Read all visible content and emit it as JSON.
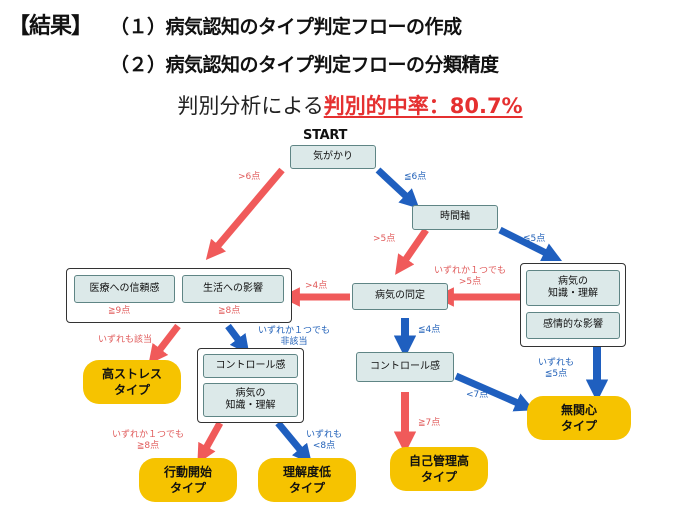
{
  "header": {
    "bracket_label": "【結果】",
    "line1": "（１）病気認知のタイプ判定フローの作成",
    "line2": "（２）病気認知のタイプ判定フローの分類精度"
  },
  "accuracy": {
    "prefix": "判別分析による",
    "highlight": "判別的中率：80.7%"
  },
  "colors": {
    "red_arrow": "#f05a5a",
    "blue_arrow": "#1f5fbf",
    "node_fill": "#dce9e9",
    "result_fill": "#f6c300"
  },
  "flow": {
    "start": "START",
    "nodes": {
      "kigakari": "気がかり",
      "jikanjiku": "時間軸",
      "byoki_dotei": "病気の同定",
      "iryo_shinrai": "医療への信頼感",
      "seikatsu_eikyo": "生活への影響",
      "chishiki_rikai_right": "病気の\n知識・理解",
      "jochoteki_eikyo": "感情的な影響",
      "control_left": "コントロール感",
      "chishiki_rikai_left": "病気の\n知識・理解",
      "control_mid": "コントロール感"
    },
    "results": {
      "high_stress": "高ストレス\nタイプ",
      "kodo_kaishi": "行動開始\nタイプ",
      "rikaido_tei": "理解度低\nタイプ",
      "jiko_kanri": "自己管理高\nタイプ",
      "mukanshin": "無関心\nタイプ"
    },
    "edge_labels": {
      "gt6": ">6点",
      "le6": "≦6点",
      "gt5": ">5点",
      "le5": "≦5点",
      "any_one_gt5": "いずれか１つでも\n>5点",
      "gt4": ">4点",
      "le4": "≦4点",
      "ge9": "≧9点",
      "ge8": "≧8点",
      "all_applicable": "いずれも該当",
      "any_one_not_applicable": "いずれか１つでも\n非該当",
      "any_one_ge8": "いずれか１つでも\n≧8点",
      "all_lt8": "いずれも\n<8点",
      "ge7": "≧7点",
      "lt7": "<7点",
      "all_le5": "いずれも\n≦5点"
    }
  }
}
